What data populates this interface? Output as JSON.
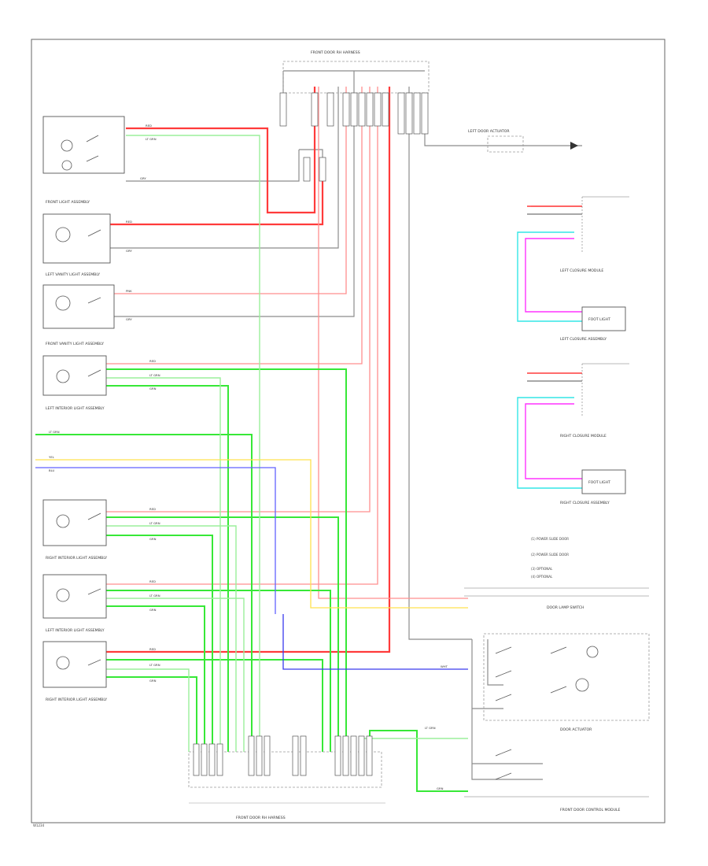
{
  "colors": {
    "red": "#ff3b3b",
    "pink_red": "#ff8f8f",
    "green": "#37e837",
    "light_green": "#9bef9b",
    "gray": "#8c8c8c",
    "dark": "#4a4a4a",
    "yellow": "#ffe24d",
    "blue": "#6262ff",
    "magenta": "#ff33ff",
    "cyan": "#33e6e6",
    "dark_blue": "#3a3aee"
  },
  "harness": {
    "top_name": "FRONT DOOR RH HARNESS"
  },
  "dome": {
    "name": "LEFT DOOR ACTUATOR"
  },
  "lamps": [
    {
      "name": "FRONT LIGHT ASSEMBLY"
    },
    {
      "name": "LEFT VANITY LIGHT ASSEMBLY"
    },
    {
      "name": "FRONT VANITY LIGHT ASSEMBLY"
    },
    {
      "name": "LEFT INTERIOR LIGHT ASSEMBLY"
    },
    {
      "name": "RIGHT INTERIOR LIGHT ASSEMBLY"
    },
    {
      "name": "LEFT INTERIOR LIGHT ASSEMBLY"
    },
    {
      "name": "RIGHT INTERIOR LIGHT ASSEMBLY"
    }
  ],
  "courtesy": [
    {
      "name": "LEFT CLOSURE MODULE",
      "lamp": "FOOT LIGHT",
      "assy": "LEFT CLOSURE ASSEMBLY"
    },
    {
      "name": "RIGHT CLOSURE MODULE",
      "lamp": "FOOT LIGHT",
      "assy": "RIGHT CLOSURE ASSEMBLY"
    }
  ],
  "legend": [
    "(1) POWER SLIDE DOOR",
    "(2) POWER SLIDE DOOR",
    "(3) OPTIONAL",
    "(4) OPTIONAL"
  ],
  "switch": {
    "name": "DOOR LAMP SWITCH",
    "actuator": "DOOR ACTUATOR"
  },
  "bottom": {
    "harness": "FRONT DOOR RH HARNESS",
    "module": "FRONT DOOR CONTROL MODULE"
  },
  "wires": {
    "red": "RED",
    "ltgrn": "LT GRN",
    "grn": "GRN",
    "yel": "YEL",
    "blu": "BLU",
    "gry": "GRY",
    "pnk": "PNK",
    "wht": "WHT"
  },
  "footer": {
    "code": "W1234"
  }
}
